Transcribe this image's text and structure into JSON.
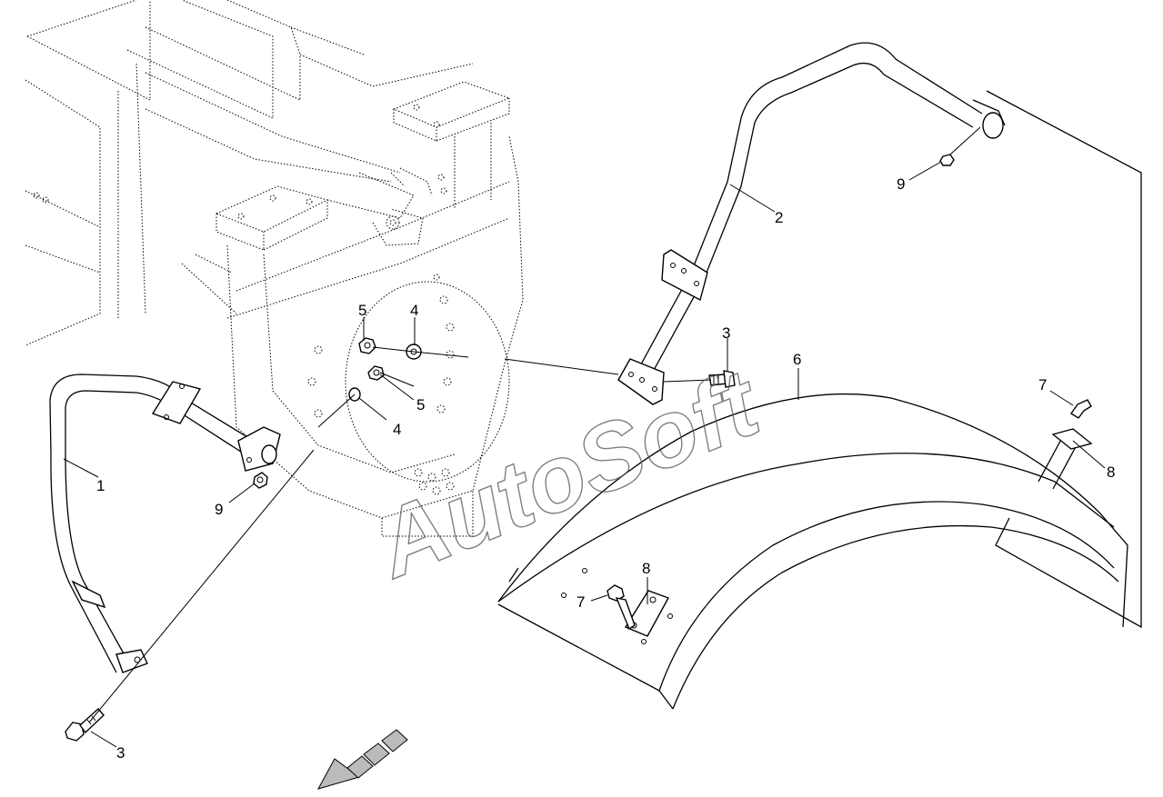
{
  "diagram": {
    "watermark": "AutoSoft",
    "callouts": [
      {
        "id": "1a",
        "label": "1"
      },
      {
        "id": "2a",
        "label": "2"
      },
      {
        "id": "3a",
        "label": "3"
      },
      {
        "id": "3b",
        "label": "3"
      },
      {
        "id": "4a",
        "label": "4"
      },
      {
        "id": "4b",
        "label": "4"
      },
      {
        "id": "5a",
        "label": "5"
      },
      {
        "id": "5b",
        "label": "5"
      },
      {
        "id": "6a",
        "label": "6"
      },
      {
        "id": "7a",
        "label": "7"
      },
      {
        "id": "7b",
        "label": "7"
      },
      {
        "id": "8a",
        "label": "8"
      },
      {
        "id": "8b",
        "label": "8"
      },
      {
        "id": "9a",
        "label": "9"
      },
      {
        "id": "9b",
        "label": "9"
      }
    ]
  }
}
